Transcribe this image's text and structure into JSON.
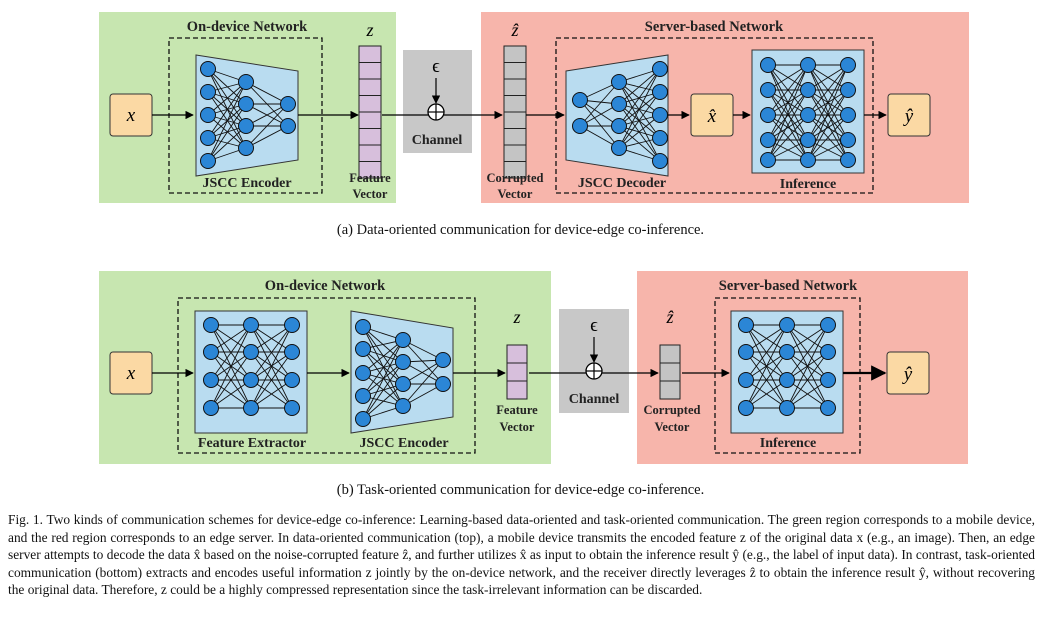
{
  "top": {
    "device_title": "On-device Network",
    "server_title": "Server-based Network",
    "input_label": "x",
    "z_label": "z",
    "zhat_label": "ẑ",
    "encoder_label": "JSCC Encoder",
    "feature_vector_line1": "Feature",
    "feature_vector_line2": "Vector",
    "epsilon_label": "ϵ",
    "channel_label": "Channel",
    "corrupted_line1": "Corrupted",
    "corrupted_line2": "Vector",
    "decoder_label": "JSCC Decoder",
    "xhat_label": "x̂",
    "inference_label": "Inference",
    "output_label": "ŷ"
  },
  "bottom": {
    "device_title": "On-device Network",
    "server_title": "Server-based Network",
    "input_label": "x",
    "extractor_label": "Feature Extractor",
    "encoder_label": "JSCC Encoder",
    "z_label": "z",
    "feature_vector_line1": "Feature",
    "feature_vector_line2": "Vector",
    "epsilon_label": "ϵ",
    "channel_label": "Channel",
    "zhat_label": "ẑ",
    "corrupted_line1": "Corrupted",
    "corrupted_line2": "Vector",
    "inference_label": "Inference",
    "output_label": "ŷ"
  },
  "captions": {
    "a": "(a) Data-oriented communication for device-edge co-inference.",
    "b": "(b) Task-oriented communication for device-edge co-inference.",
    "figure": "Fig. 1.  Two kinds of communication schemes for device-edge co-inference: Learning-based data-oriented and task-oriented communication. The green region corresponds to a mobile device, and the red region corresponds to an edge server. In data-oriented communication (top), a mobile device transmits the encoded feature z of the original data x (e.g., an image). Then, an edge server attempts to decode the data x̂ based on the noise-corrupted feature ẑ, and further utilizes x̂ as input to obtain the inference result ŷ (e.g., the label of input data). In contrast, task-oriented communication (bottom) extracts and encodes useful information z jointly by the on-device network, and the receiver directly leverages ẑ to obtain the inference result ŷ, without recovering the original data. Therefore, z could be a highly compressed representation since the task-irrelevant information can be discarded."
  },
  "colors": {
    "device_region": "#c7e6b0",
    "server_region": "#f7b5ab",
    "channel_box": "#c8c8c8",
    "io_box": "#fbd9a4",
    "nn_panel": "#b9dcf0",
    "neuron": "#2b86d6",
    "feature_cell": "#d7bfdc",
    "corrupted_cell": "#c4c4c4"
  }
}
